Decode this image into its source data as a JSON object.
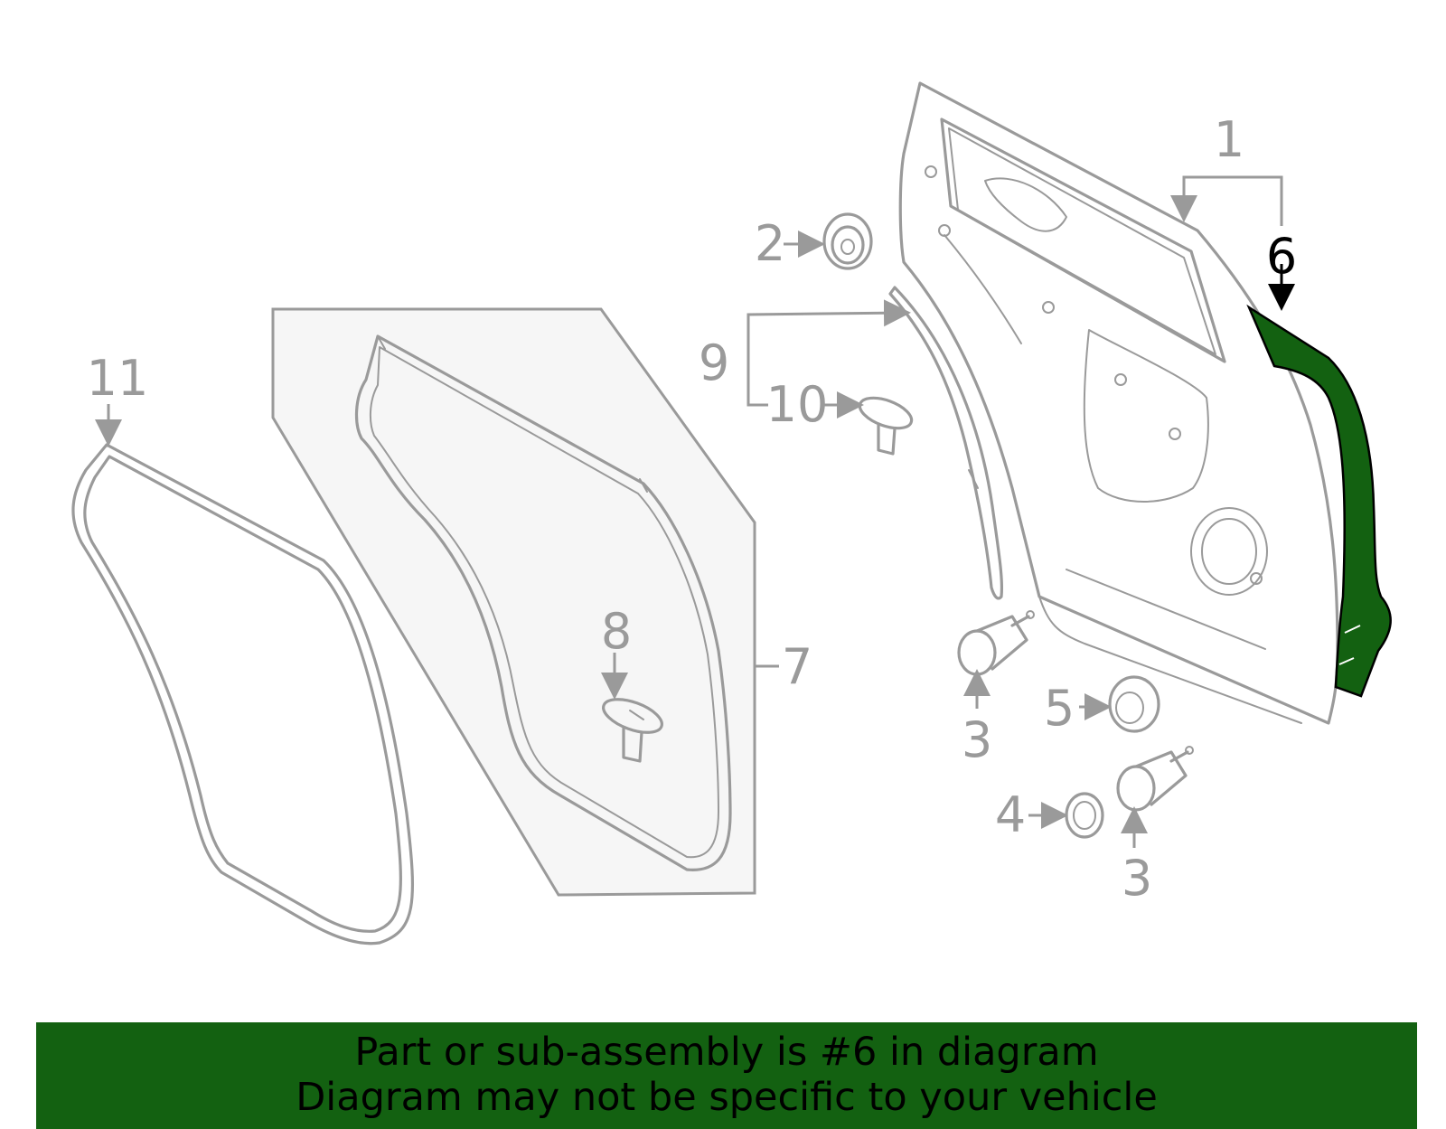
{
  "diagram": {
    "callouts": [
      "1",
      "2",
      "3",
      "3",
      "4",
      "5",
      "6",
      "7",
      "8",
      "9",
      "10",
      "11"
    ],
    "highlighted_part": "6",
    "highlight_color": "#136111",
    "line_color": "#9a9a9a"
  },
  "banner": {
    "line1": "Part or sub-assembly is #6 in diagram",
    "line2": "Diagram may not be specific to your vehicle",
    "background": "#136111"
  }
}
